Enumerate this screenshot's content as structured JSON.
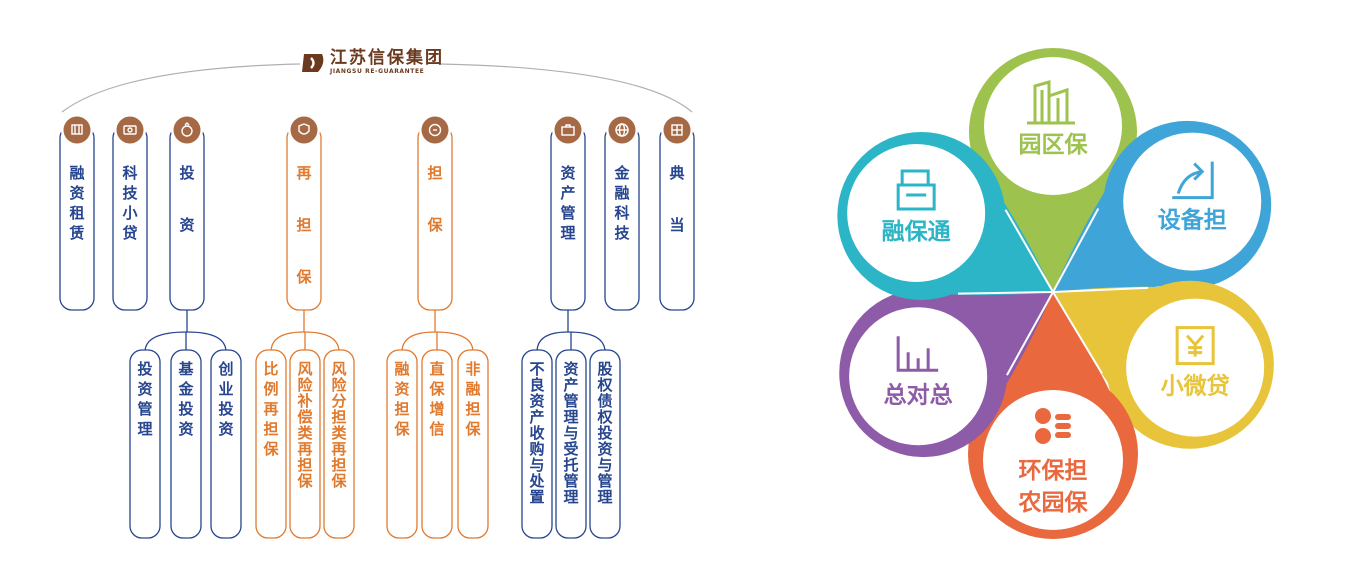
{
  "header": {
    "company_name": "江苏信保集团",
    "company_name_en": "JIANGSU RE-GUARANTEE"
  },
  "colors": {
    "blue": "#27468f",
    "orange": "#e07a2f",
    "brown": "#a56a45",
    "line_gray": "#b0b0b0"
  },
  "org": {
    "top": [
      {
        "label": "融资租赁",
        "color": "blue",
        "icon": "building-icon"
      },
      {
        "label": "科技小贷",
        "color": "blue",
        "icon": "money-icon"
      },
      {
        "label": "投资",
        "color": "blue",
        "icon": "money-bag-icon",
        "spaced": true
      },
      {
        "label": "再担保",
        "color": "orange",
        "icon": "shield-icon",
        "spaced": true
      },
      {
        "label": "担保",
        "color": "orange",
        "icon": "guarantee-icon",
        "spaced": true
      },
      {
        "label": "资产管理",
        "color": "blue",
        "icon": "briefcase-icon"
      },
      {
        "label": "金融科技",
        "color": "blue",
        "icon": "globe-icon"
      },
      {
        "label": "典当",
        "color": "blue",
        "icon": "pawn-icon",
        "spaced": true
      }
    ],
    "sub": [
      {
        "label": "投资管理",
        "color": "blue"
      },
      {
        "label": "基金投资",
        "color": "blue"
      },
      {
        "label": "创业投资",
        "color": "blue"
      },
      {
        "label": "比例再担保",
        "color": "orange"
      },
      {
        "label": "风险补偿类再担保",
        "color": "orange"
      },
      {
        "label": "风险分担类再担保",
        "color": "orange"
      },
      {
        "label": "融资担保",
        "color": "orange"
      },
      {
        "label": "直保增信",
        "color": "orange"
      },
      {
        "label": "非融担保",
        "color": "orange"
      },
      {
        "label": "不良资产收购与处置",
        "color": "blue"
      },
      {
        "label": "资产管理与受托管理",
        "color": "blue"
      },
      {
        "label": "股权债权投资与管理",
        "color": "blue"
      }
    ]
  },
  "flower": {
    "petals": [
      {
        "label": "园区保",
        "color": "#9ec24e",
        "icon": "buildings-icon"
      },
      {
        "label": "设备担",
        "color": "#3fa5d8",
        "icon": "chart-arrow-icon"
      },
      {
        "label": "小微贷",
        "color": "#e8c43a",
        "icon": "yen-icon"
      },
      {
        "label": "环保担",
        "label2": "农园保",
        "color": "#e9683d",
        "icon": "leaf-icon"
      },
      {
        "label": "总对总",
        "color": "#8e5ba8",
        "icon": "bar-chart-icon"
      },
      {
        "label": "融保通",
        "color": "#2bb5c7",
        "icon": "folder-icon"
      }
    ]
  }
}
